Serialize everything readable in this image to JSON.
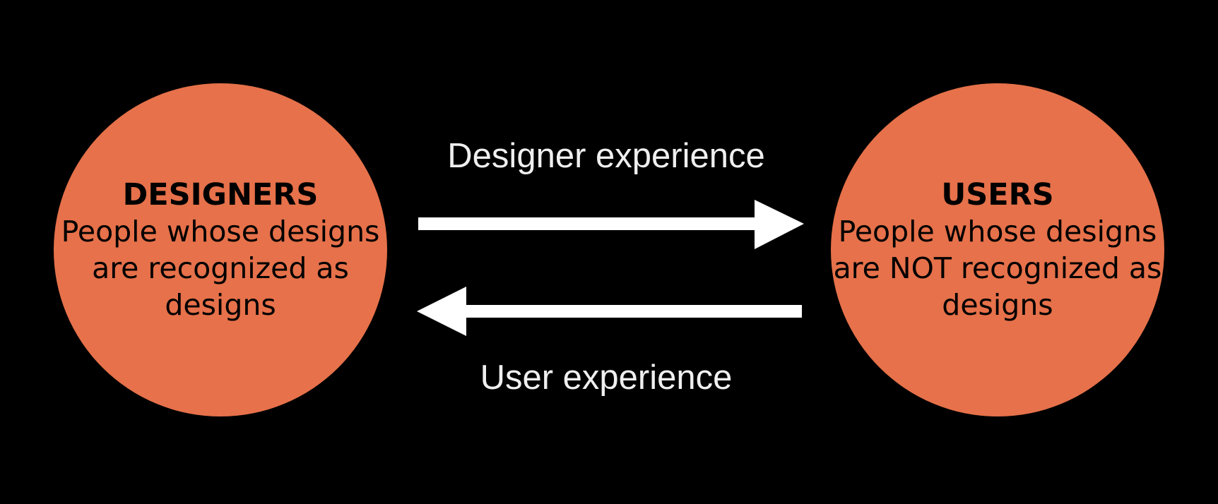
{
  "title": "Designer experience vs User experience diagram",
  "colors": {
    "background": "#000000",
    "circle_fill": "#E6714A",
    "circle_text": "#000000",
    "arrow_fill": "#FFFFFF",
    "label_text": "#EFEFEF"
  },
  "left_circle": {
    "title": "DESIGNERS",
    "lines": [
      "People whose designs",
      "are recognized as",
      "designs"
    ]
  },
  "right_circle": {
    "title": "USERS",
    "lines": [
      "People whose designs",
      "are NOT recognized as",
      "designs"
    ]
  },
  "arrows": {
    "top": {
      "label": "Designer experience",
      "direction": "right",
      "icon": "arrow-right-icon"
    },
    "bottom": {
      "label": "User experience",
      "direction": "left",
      "icon": "arrow-left-icon"
    }
  }
}
